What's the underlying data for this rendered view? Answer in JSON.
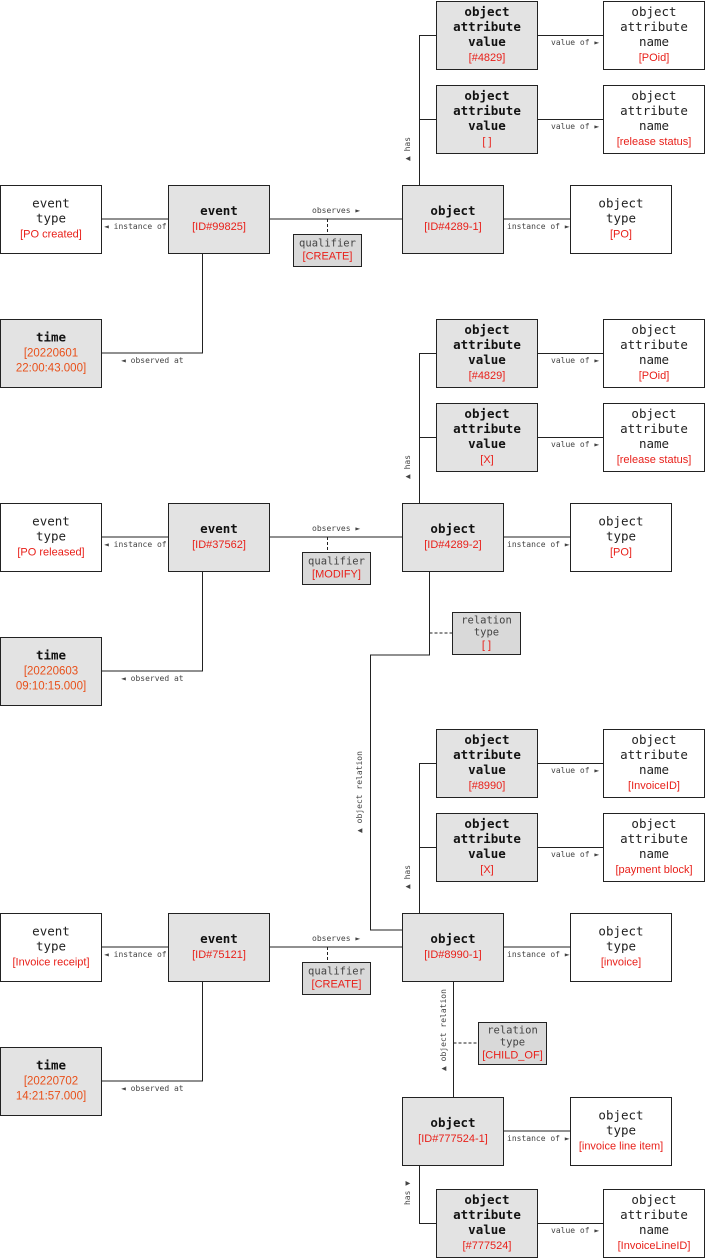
{
  "groups": [
    {
      "event_type": {
        "title": "event\ntype",
        "value": "[PO created]"
      },
      "event": {
        "title": "event",
        "value": "[ID#99825]"
      },
      "time": {
        "title": "time",
        "value": "[20220601\n22:00:43.000]"
      },
      "qualifier": {
        "title": "qualifier",
        "value": "[CREATE]"
      },
      "object": {
        "title": "object",
        "value": "[ID#4289-1]"
      },
      "object_type": {
        "title": "object\ntype",
        "value": "[PO]"
      },
      "attributes": [
        {
          "title": "object\nattribute\nvalue",
          "value": "[#4829]",
          "name_title": "object\nattribute\nname",
          "name_value": "[POid]"
        },
        {
          "title": "object\nattribute\nvalue",
          "value": "[ ]",
          "name_title": "object\nattribute\nname",
          "name_value": "[release status]"
        }
      ]
    },
    {
      "event_type": {
        "title": "event\ntype",
        "value": "[PO released]"
      },
      "event": {
        "title": "event",
        "value": "[ID#37562]"
      },
      "time": {
        "title": "time",
        "value": "[20220603\n09:10:15.000]"
      },
      "qualifier": {
        "title": "qualifier",
        "value": "[MODIFY]"
      },
      "object": {
        "title": "object",
        "value": "[ID#4289-2]"
      },
      "object_type": {
        "title": "object\ntype",
        "value": "[PO]"
      },
      "attributes": [
        {
          "title": "object\nattribute\nvalue",
          "value": "[#4829]",
          "name_title": "object\nattribute\nname",
          "name_value": "[POid]"
        },
        {
          "title": "object\nattribute\nvalue",
          "value": "[X]",
          "name_title": "object\nattribute\nname",
          "name_value": "[release status]"
        }
      ]
    },
    {
      "event_type": {
        "title": "event\ntype",
        "value": "[Invoice receipt]"
      },
      "event": {
        "title": "event",
        "value": "[ID#75121]"
      },
      "time": {
        "title": "time",
        "value": "[20220702\n14:21:57.000]"
      },
      "qualifier": {
        "title": "qualifier",
        "value": "[CREATE]"
      },
      "object": {
        "title": "object",
        "value": "[ID#8990-1]"
      },
      "object_type": {
        "title": "object\ntype",
        "value": "[invoice]"
      },
      "attributes": [
        {
          "title": "object\nattribute\nvalue",
          "value": "[#8990]",
          "name_title": "object\nattribute\nname",
          "name_value": "[InvoiceID]"
        },
        {
          "title": "object\nattribute\nvalue",
          "value": "[X]",
          "name_title": "object\nattribute\nname",
          "name_value": "[payment block]"
        }
      ]
    }
  ],
  "relation_1": {
    "title": "relation\ntype",
    "value": "[ ]"
  },
  "relation_2": {
    "title": "relation\ntype",
    "value": "[CHILD_OF]"
  },
  "line_item": {
    "object": {
      "title": "object",
      "value": "[ID#777524-1]"
    },
    "object_type": {
      "title": "object\ntype",
      "value": "[invoice line item]"
    },
    "attribute": {
      "title": "object\nattribute\nvalue",
      "value": "[#777524]",
      "name_title": "object\nattribute\nname",
      "name_value": "[InvoiceLineID]"
    }
  },
  "edge_labels": {
    "instance_of": "◄ instance of",
    "instance_of_right": "instance of ►",
    "observes": "observes ►",
    "observed_at": "◄ observed at",
    "value_of": "value of ►",
    "has_up": "▲ has",
    "has_down": "has ▼",
    "object_relation": "▲ object relation",
    "object_relation_2": "▲ object relation"
  },
  "colors": {
    "value_text": "#e8201a",
    "time_text": "#e8501a",
    "instance_fill": "#e3e3e3",
    "qualifier_fill": "#d9d9d9"
  }
}
